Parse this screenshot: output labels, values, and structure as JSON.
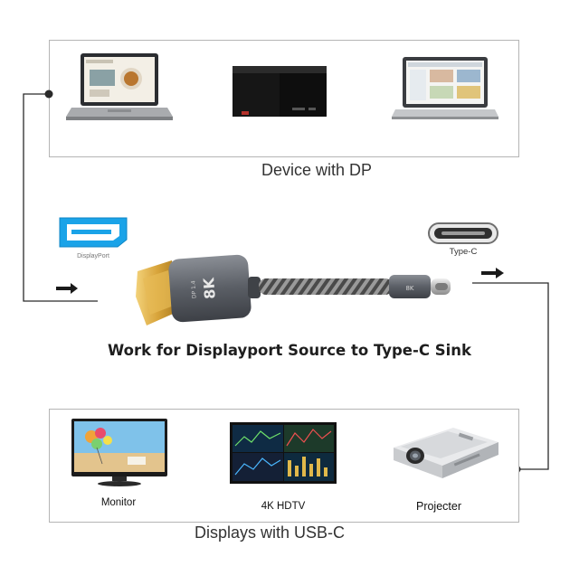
{
  "top_panel": {
    "caption": "Device with DP"
  },
  "bottom_panel": {
    "caption": "Displays with USB-C",
    "labels": {
      "monitor": "Monitor",
      "tv": "4K HDTV",
      "projector": "Projecter"
    }
  },
  "headline": "Work for Displayport Source to Type-C Sink",
  "icons": {
    "displayport_label": "DisplayPort",
    "typec_label": "Type-C"
  },
  "cable": {
    "dp_head_text": "8K",
    "dp_head_small_text": "DP 1.4",
    "typec_head_text": "8K"
  },
  "colors": {
    "line": "#2a2a2a",
    "dp_icon_blue": "#1aa3e8",
    "cable_body": "#5b5f66",
    "braid": "#6d6d6d",
    "connector_gold": "#d8a43b"
  }
}
